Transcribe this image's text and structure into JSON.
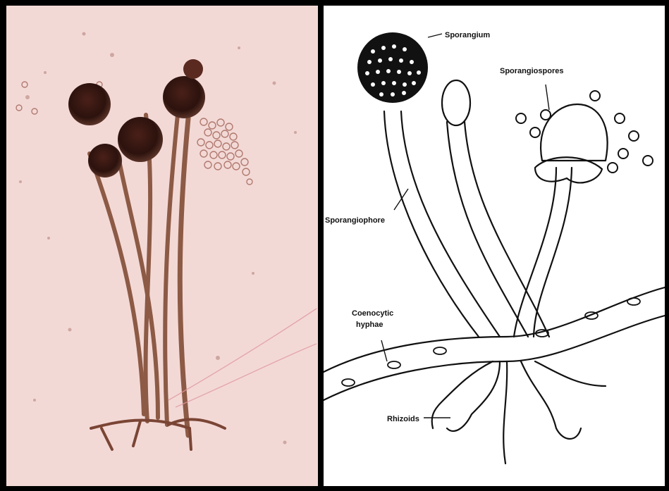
{
  "diagram": {
    "labels": {
      "sporangium": "Sporangium",
      "sporangiospores": "Sporangiospores",
      "sporangiophore": "Sporangiophore",
      "coenocytic_line1": "Coenocytic",
      "coenocytic_line2": "hyphae",
      "rhizoids": "Rhizoids"
    }
  },
  "colors": {
    "photo_background": "#f3d9d6",
    "stalk": "#8c5a45",
    "sporangium_dark": "#3a1a14",
    "ink": "#111111"
  }
}
